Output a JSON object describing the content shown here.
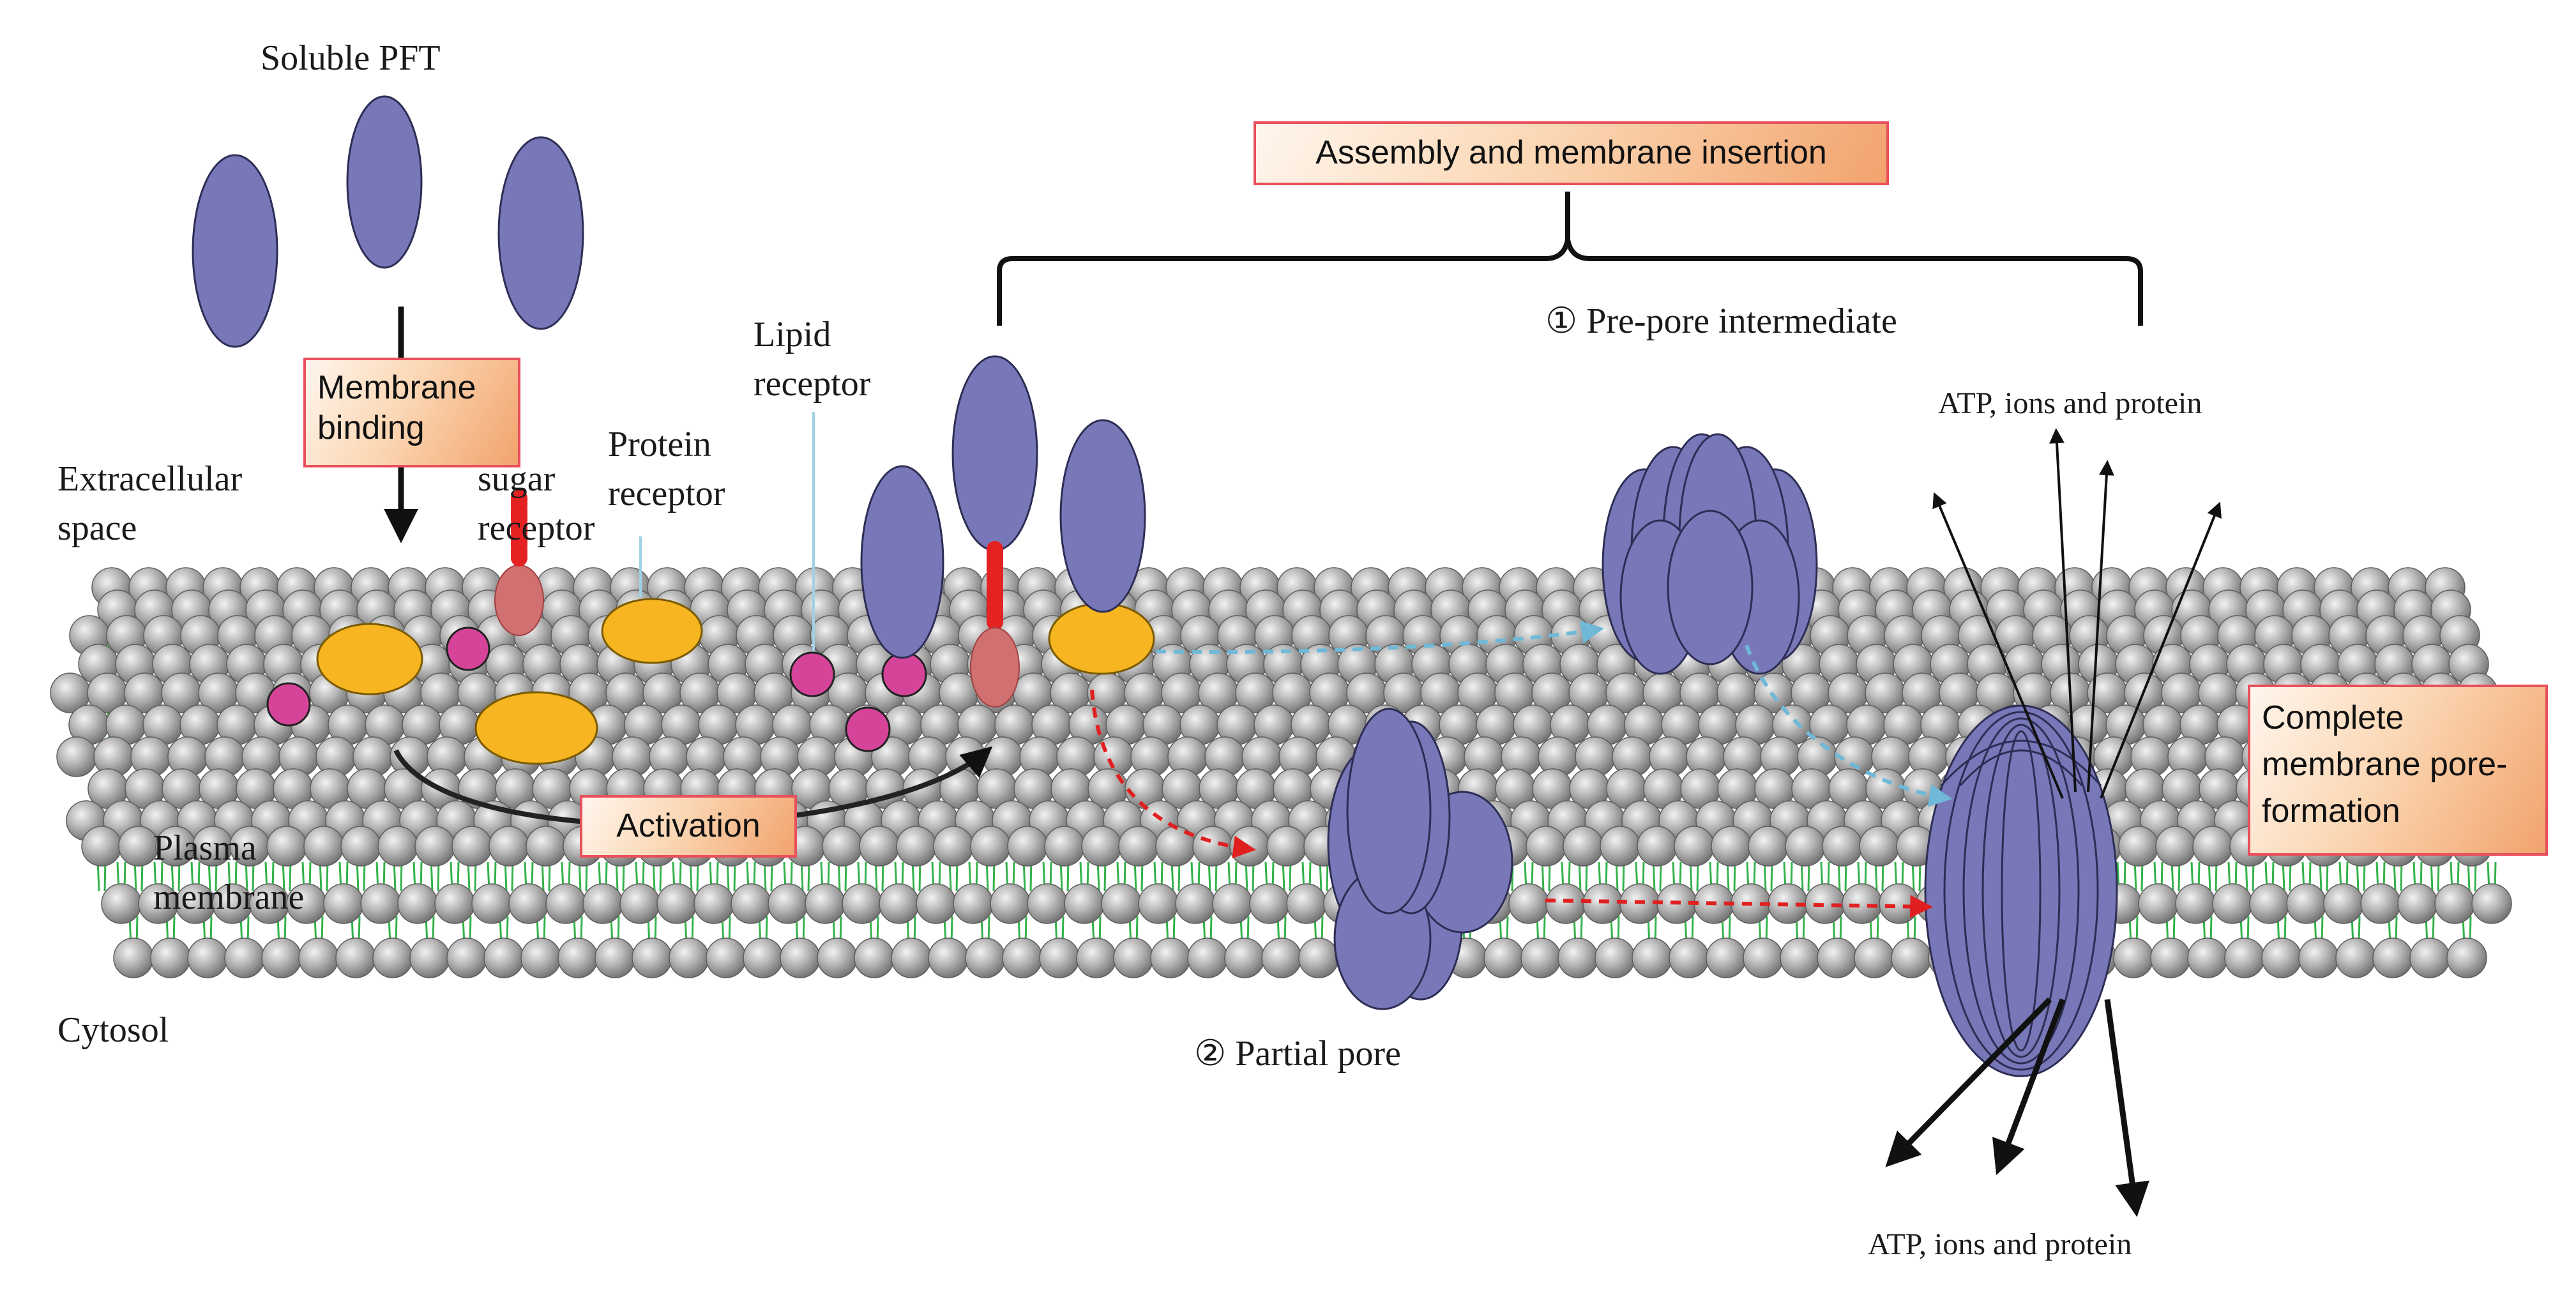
{
  "labels": {
    "soluble_pft": "Soluble PFT",
    "extracellular_space": "Extracellular space",
    "sugar_receptor": "sugar receptor",
    "protein_receptor": "Protein receptor",
    "lipid_receptor": "Lipid receptor",
    "plasma_membrane": "Plasma membrane",
    "cytosol": "Cytosol",
    "pre_pore": "① Pre-pore intermediate",
    "partial_pore": "② Partial pore",
    "atp_out_top": "ATP, ions and protein",
    "atp_out_bottom": "ATP, ions and protein"
  },
  "boxes": {
    "membrane_binding": "Membrane binding",
    "assembly": "Assembly and membrane insertion",
    "activation": "Activation",
    "complete_pore": "Complete membrane pore-formation"
  },
  "colors": {
    "toxin": "#7878b8",
    "toxin_stroke": "#2d2d55",
    "protein_receptor": "#f7b521",
    "lipid_receptor": "#d6449a",
    "sugar_receptor_head": "#e52222",
    "sugar_receptor_body": "#d07070",
    "lipid_head": "#b4b4b4",
    "lipid_tail": "#33b24a",
    "highlight_box_border": "#e8505b",
    "dashed_blue": "#6fb8d8",
    "dashed_red": "#e02020"
  }
}
